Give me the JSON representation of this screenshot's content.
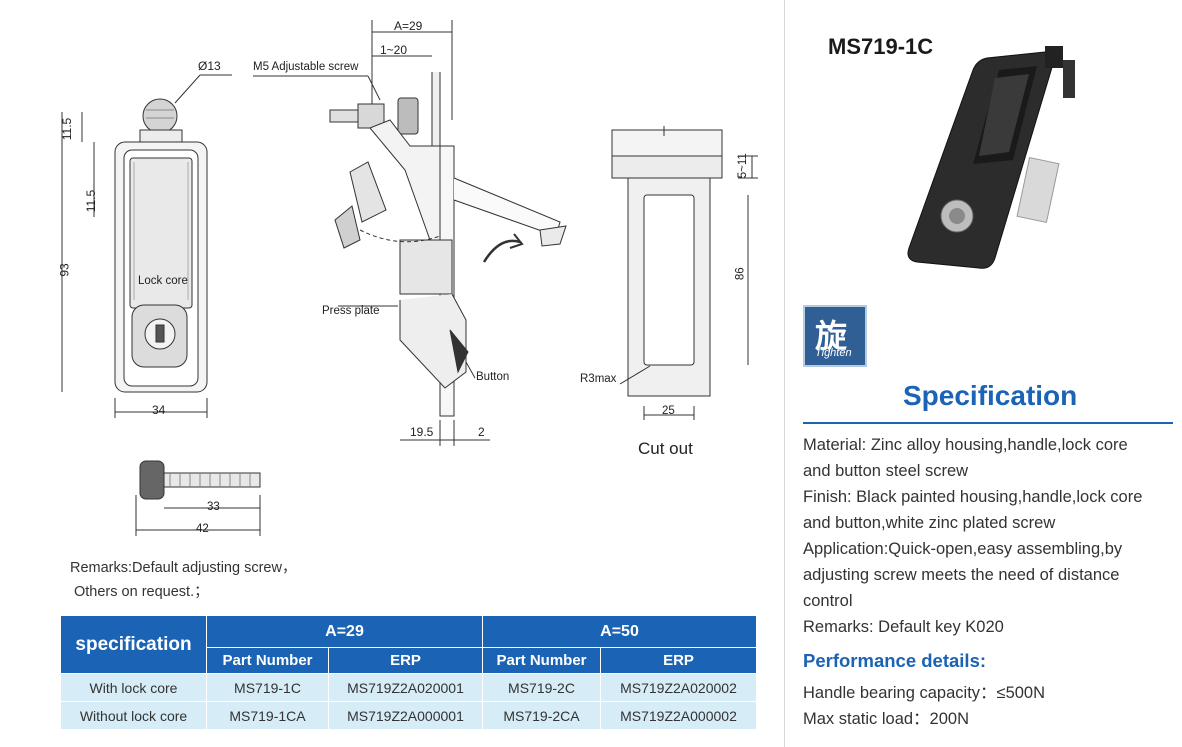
{
  "drawing": {
    "dims": {
      "diameter": "Ø13",
      "height_top": "11.5",
      "height_upper": "11.5",
      "total_height": "93",
      "width": "34",
      "a_value": "A=29",
      "range": "1~20",
      "offset_195": "19.5",
      "offset_2": "2",
      "cut_top": "5~11",
      "cut_height": "86",
      "cut_width": "25",
      "cut_radius": "R3max",
      "screw_thread": "33",
      "screw_total": "42"
    },
    "labels": {
      "lock_core": "Lock core",
      "m5_screw": "M5 Adjustable screw",
      "press_plate": "Press plate",
      "button": "Button",
      "cut_out": "Cut out"
    }
  },
  "remarks": {
    "line1": "Remarks:Default adjusting screw，",
    "line2": "Others on request.；"
  },
  "table": {
    "corner": "specification",
    "group1": "A=29",
    "group2": "A=50",
    "col_part": "Part Number",
    "col_erp": "ERP",
    "rows": [
      {
        "label": "With lock core",
        "p1": "MS719-1C",
        "e1": "MS719Z2A020001",
        "p2": "MS719-2C",
        "e2": "MS719Z2A020002"
      },
      {
        "label": "Without lock core",
        "p1": "MS719-1CA",
        "e1": "MS719Z2A000001",
        "p2": "MS719-2CA",
        "e2": "MS719Z2A000002"
      }
    ]
  },
  "product": {
    "model": "MS719-1C",
    "tighten_glyph": "旋",
    "tighten_word": "Tighten",
    "spec_title": "Specification",
    "spec_lines": [
      "Material: Zinc alloy housing,handle,lock core",
      "and button steel screw",
      "Finish: Black painted housing,handle,lock core",
      "and button,white zinc plated screw",
      "Application:Quick-open,easy assembling,by",
      "adjusting screw meets the need of distance",
      "control",
      "Remarks: Default key K020"
    ],
    "perf_title": "Performance details:",
    "perf_lines": [
      "Handle bearing capacity：≤500N",
      "Max static load：200N"
    ]
  },
  "colors": {
    "accent": "#1b63b4",
    "table_row": "#d6ecf7",
    "divider": "#d8d8d8"
  }
}
